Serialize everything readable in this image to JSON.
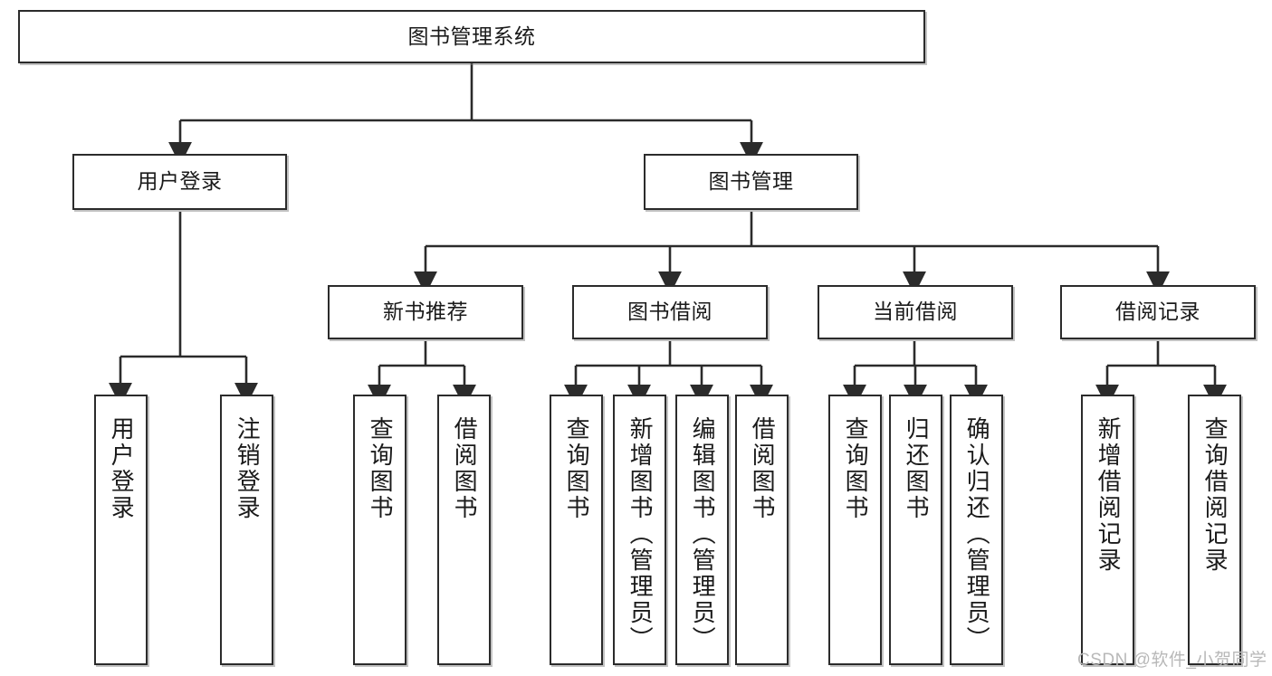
{
  "diagram": {
    "title_node": {
      "label": "图书管理系统"
    },
    "level2": [
      {
        "id": "user-login",
        "label": "用户登录"
      },
      {
        "id": "book-management",
        "label": "图书管理"
      }
    ],
    "level3": [
      {
        "id": "new-book-recommend",
        "label": "新书推荐"
      },
      {
        "id": "book-borrow",
        "label": "图书借阅"
      },
      {
        "id": "current-borrow",
        "label": "当前借阅"
      },
      {
        "id": "borrow-record",
        "label": "借阅记录"
      }
    ],
    "leaves": {
      "user_login": [
        {
          "id": "leaf-user-login",
          "label": "用户登录"
        },
        {
          "id": "leaf-user-logout",
          "label": "注销登录"
        }
      ],
      "new_book_recommend": [
        {
          "id": "leaf-query-book-1",
          "label": "查询图书"
        },
        {
          "id": "leaf-borrow-book-1",
          "label": "借阅图书"
        }
      ],
      "book_borrow": [
        {
          "id": "leaf-query-book-2",
          "label": "查询图书"
        },
        {
          "id": "leaf-add-book",
          "label": "新增图书（管理员）"
        },
        {
          "id": "leaf-edit-book",
          "label": "编辑图书（管理员）"
        },
        {
          "id": "leaf-borrow-book-2",
          "label": "借阅图书"
        }
      ],
      "current_borrow": [
        {
          "id": "leaf-query-book-3",
          "label": "查询图书"
        },
        {
          "id": "leaf-return-book",
          "label": "归还图书"
        },
        {
          "id": "leaf-confirm-return",
          "label": "确认归还（管理员）"
        }
      ],
      "borrow_record": [
        {
          "id": "leaf-add-record",
          "label": "新增借阅记录"
        },
        {
          "id": "leaf-query-record",
          "label": "查询借阅记录"
        }
      ]
    },
    "watermark": {
      "text": "CSDN @软件_小贺同学"
    },
    "colors": {
      "stroke": "#2b2b2b",
      "fill": "#ffffff",
      "text": "#1a1a1a",
      "watermark": "#b8b8b8"
    }
  }
}
